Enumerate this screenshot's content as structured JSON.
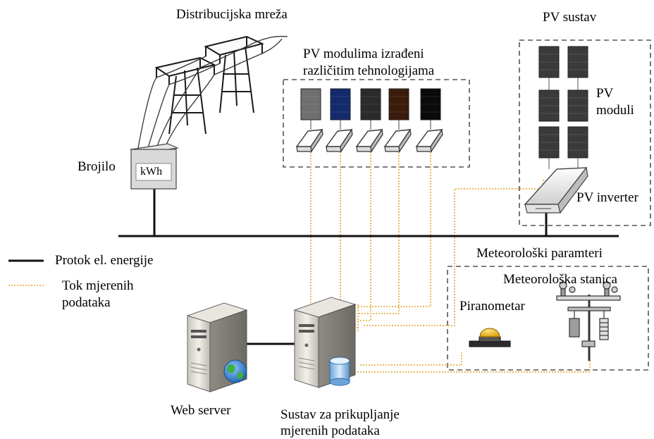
{
  "labels": {
    "distribution_grid": "Distribucijska mreža",
    "meter": "Brojilo",
    "meter_unit": "kWh",
    "pv_modules_tech_line1": "PV modulima izrađeni",
    "pv_modules_tech_line2": "različitim tehnologijama",
    "pv_system": "PV sustav",
    "pv_modules_line1": "PV",
    "pv_modules_line2": "moduli",
    "pv_inverter": "PV inverter",
    "met_parameters": "Meteorološki paramteri",
    "met_station": "Meteorološka stanica",
    "pyranometer": "Piranometar",
    "web_server": "Web server",
    "acquisition_line1": "Sustav za prikupljanje",
    "acquisition_line2": "mjerenih podataka"
  },
  "legend": {
    "power_flow": "Protok el. energije",
    "data_flow_line1": "Tok mjerenih",
    "data_flow_line2": "podataka"
  },
  "colors": {
    "power_line": "#111111",
    "data_line": "#e8b04a",
    "dashed_box": "#555555",
    "module_colors": [
      "#6f6f6f",
      "#142a6e",
      "#2b2b2b",
      "#3b1c0c",
      "#0a0a0a"
    ],
    "globe": "#2e7fd0",
    "globe_land": "#3fae3f",
    "pyranometer_dome": "#f2b400"
  }
}
